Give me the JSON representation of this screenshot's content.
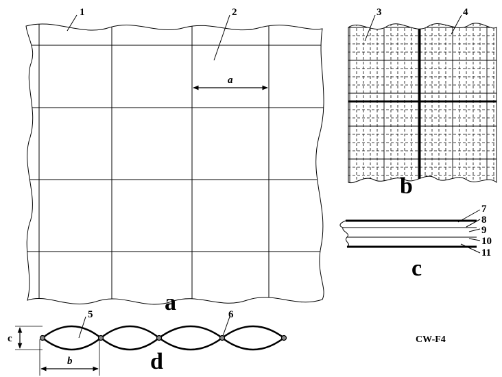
{
  "panels": {
    "a": "a",
    "b": "b",
    "c": "c",
    "d": "d"
  },
  "callouts": {
    "n1": "1",
    "n2": "2",
    "n3": "3",
    "n4": "4",
    "n5": "5",
    "n6": "6",
    "n7": "7",
    "n8": "8",
    "n9": "9",
    "n10": "10",
    "n11": "11"
  },
  "dimensions": {
    "a": "a",
    "b": "b",
    "c": "c"
  },
  "figure_code": "CW-F4",
  "colors": {
    "ink": "#000000",
    "background": "#ffffff"
  }
}
